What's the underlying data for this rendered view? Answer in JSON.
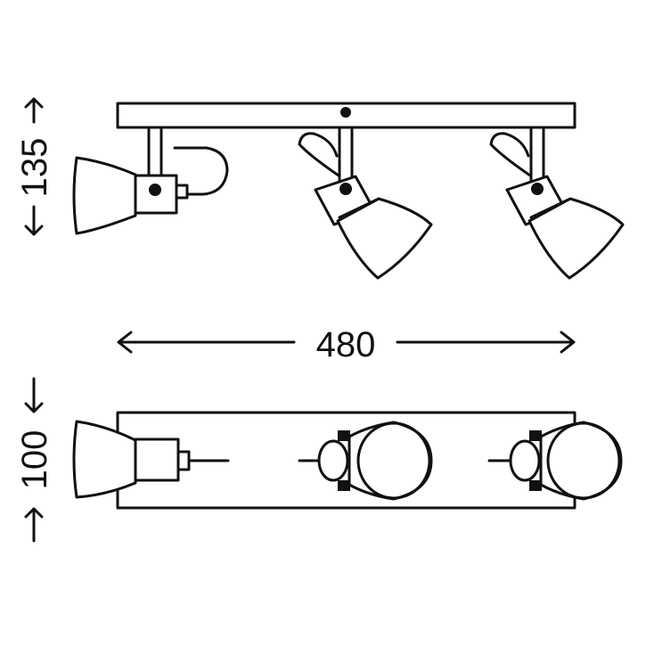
{
  "dimensions": {
    "height_side": "135",
    "width": "480",
    "depth_top": "100"
  },
  "colors": {
    "line": "#111111",
    "background": "#ffffff"
  }
}
